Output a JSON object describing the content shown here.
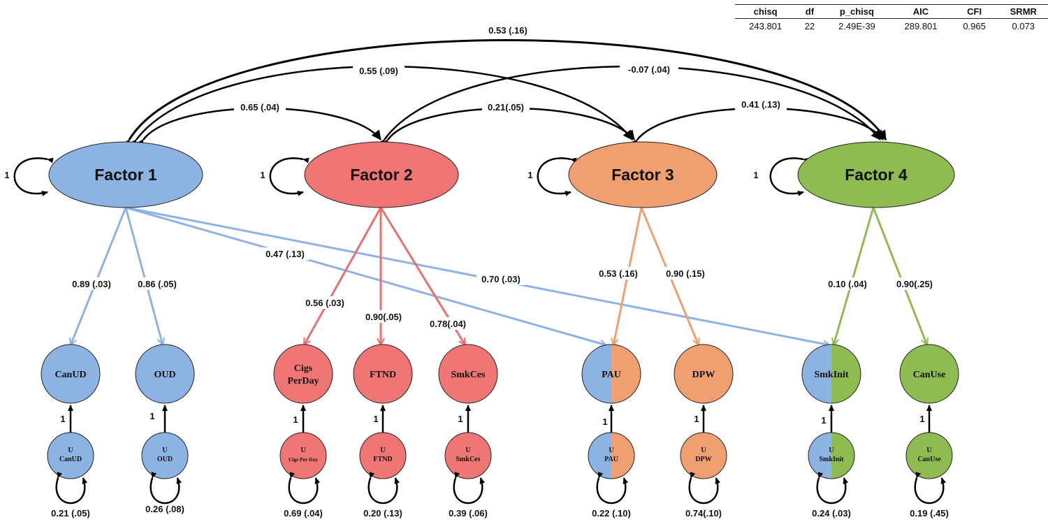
{
  "fit_table": {
    "headers": [
      "chisq",
      "df",
      "p_chisq",
      "AIC",
      "CFI",
      "SRMR"
    ],
    "values": [
      "243.801",
      "22",
      "2.49E-39",
      "289.801",
      "0.965",
      "0.073"
    ]
  },
  "colors": {
    "factor1": "#8db3e2",
    "factor2": "#f07575",
    "factor3": "#f0a070",
    "factor4": "#8fbc50",
    "factor1_path": "#8db3e2",
    "factor2_path": "#ea7070",
    "factor3_path": "#f0a070",
    "factor4_path": "#8fbc50"
  },
  "factors": [
    {
      "id": "f1",
      "label": "Factor 1",
      "variance": "1"
    },
    {
      "id": "f2",
      "label": "Factor 2",
      "variance": "1"
    },
    {
      "id": "f3",
      "label": "Factor 3",
      "variance": "1"
    },
    {
      "id": "f4",
      "label": "Factor 4",
      "variance": "1"
    }
  ],
  "covariances": [
    {
      "from": "f1",
      "to": "f4",
      "label": "0.53 (.16)"
    },
    {
      "from": "f1",
      "to": "f3",
      "label": "0.55 (.09)"
    },
    {
      "from": "f2",
      "to": "f4",
      "label": "-0.07 (.04)"
    },
    {
      "from": "f1",
      "to": "f2",
      "label": "0.65 (.04)"
    },
    {
      "from": "f2",
      "to": "f3",
      "label": "0.21(.05)"
    },
    {
      "from": "f3",
      "to": "f4",
      "label": "0.41 (.13)"
    }
  ],
  "loadings": [
    {
      "from": "f1",
      "to": "CanUD",
      "label": "0.89 (.03)"
    },
    {
      "from": "f1",
      "to": "OUD",
      "label": "0.86 (.05)"
    },
    {
      "from": "f1",
      "to": "PAU",
      "label": "0.47 (.13)"
    },
    {
      "from": "f1",
      "to": "SmkInit",
      "label": "0.70 (.03)"
    },
    {
      "from": "f2",
      "to": "CigsPerDay",
      "label": "0.56 (.03)"
    },
    {
      "from": "f2",
      "to": "FTND",
      "label": "0.90(.05)"
    },
    {
      "from": "f2",
      "to": "SmkCes",
      "label": "0.78(.04)"
    },
    {
      "from": "f3",
      "to": "PAU",
      "label": "0.53 (.16)"
    },
    {
      "from": "f3",
      "to": "DPW",
      "label": "0.90 (.15)"
    },
    {
      "from": "f4",
      "to": "SmkInit",
      "label": "0.10 (.04)"
    },
    {
      "from": "f4",
      "to": "CanUse",
      "label": "0.90(.25)"
    }
  ],
  "indicators": [
    {
      "id": "CanUD",
      "label_lines": [
        "CanUD"
      ],
      "u_label": [
        "U",
        "CanUD"
      ],
      "u_path": "1",
      "residual": "0.21 (.05)"
    },
    {
      "id": "OUD",
      "label_lines": [
        "OUD"
      ],
      "u_label": [
        "U",
        "OUD"
      ],
      "u_path": "1",
      "residual": "0.26 (.08)"
    },
    {
      "id": "CigsPerDay",
      "label_lines": [
        "Cigs",
        "PerDay"
      ],
      "u_label": [
        "U",
        "Cigs Per Day"
      ],
      "u_path": "1",
      "residual": "0.69 (.04)"
    },
    {
      "id": "FTND",
      "label_lines": [
        "FTND"
      ],
      "u_label": [
        "U",
        "FTND"
      ],
      "u_path": "1",
      "residual": "0.20 (.13)"
    },
    {
      "id": "SmkCes",
      "label_lines": [
        "SmkCes"
      ],
      "u_label": [
        "U",
        "SmkCes"
      ],
      "u_path": "1",
      "residual": "0.39 (.06)"
    },
    {
      "id": "PAU",
      "label_lines": [
        "PAU"
      ],
      "u_label": [
        "U",
        "PAU"
      ],
      "u_path": "1",
      "residual": "0.22 (.10)"
    },
    {
      "id": "DPW",
      "label_lines": [
        "DPW"
      ],
      "u_label": [
        "U",
        "DPW"
      ],
      "u_path": "1",
      "residual": "0.74(.10)"
    },
    {
      "id": "SmkInit",
      "label_lines": [
        "SmkInit"
      ],
      "u_label": [
        "U",
        "SmkInit"
      ],
      "u_path": "1",
      "residual": "0.24 (.03)"
    },
    {
      "id": "CanUse",
      "label_lines": [
        "CanUse"
      ],
      "u_label": [
        "U",
        "CanUse"
      ],
      "u_path": "1",
      "residual": "0.19 (.45)"
    }
  ]
}
